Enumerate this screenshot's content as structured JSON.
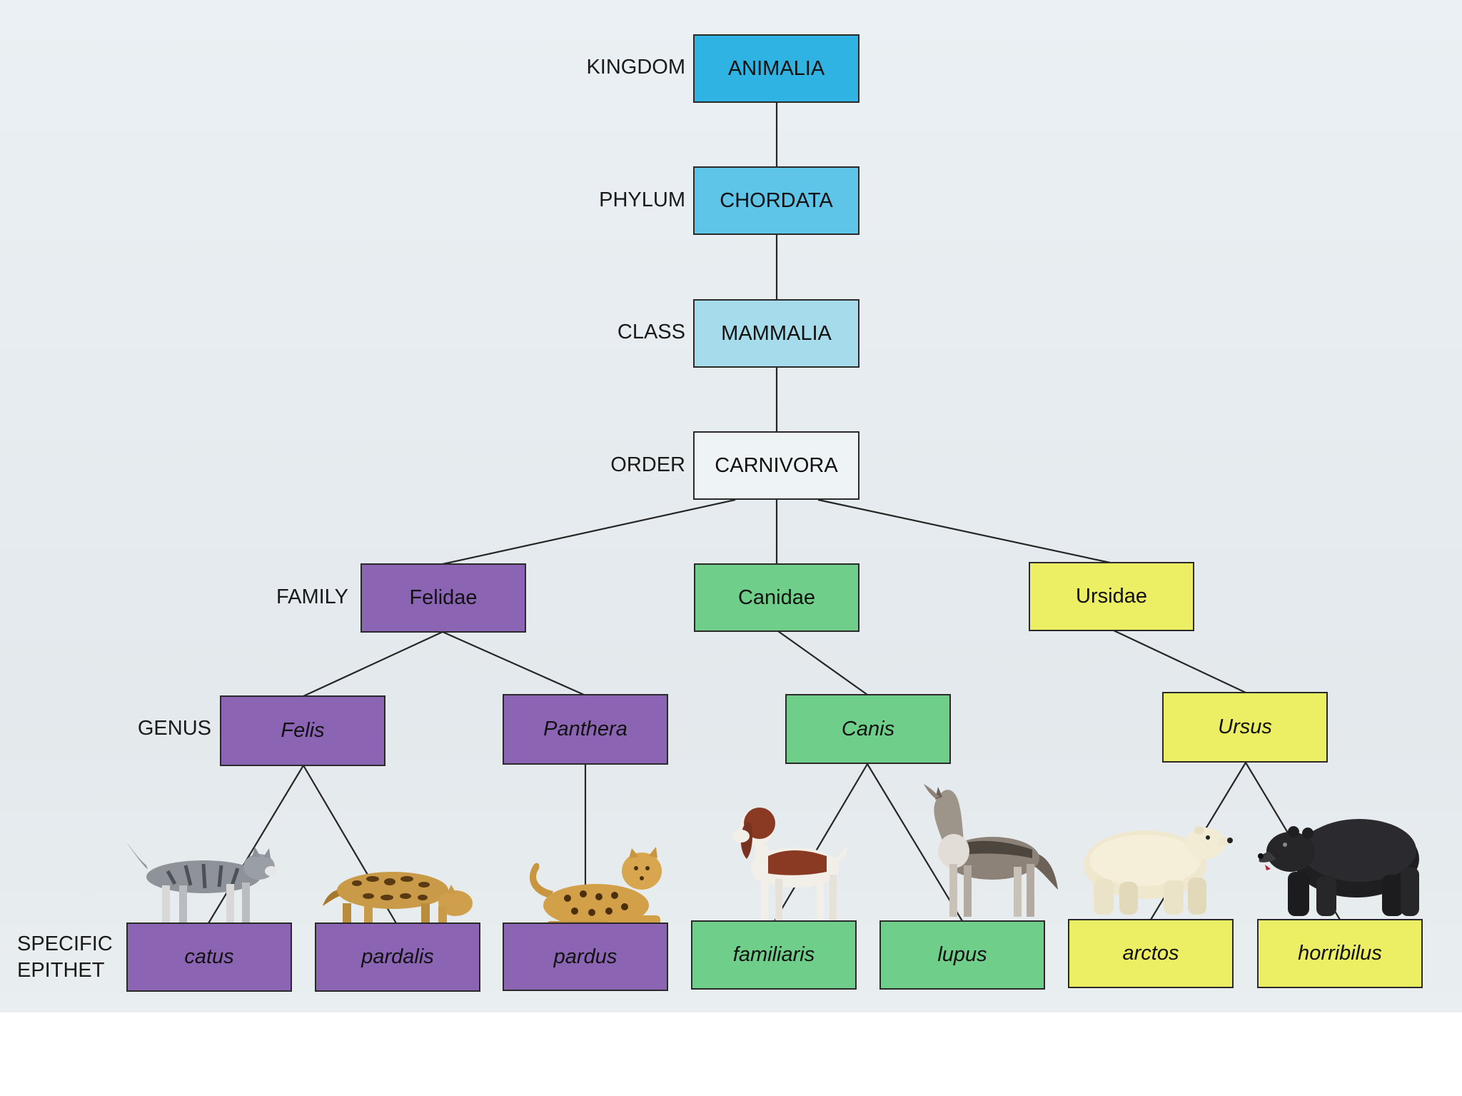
{
  "colors": {
    "kingdom": "#2fb3e2",
    "phylum": "#5ec4e8",
    "class": "#a6dbeb",
    "order": "#eef4f6",
    "felidae": "#8b64b3",
    "canidae": "#6fce8a",
    "ursidae": "#ecee63"
  },
  "ranks": {
    "kingdom": "KINGDOM",
    "phylum": "PHYLUM",
    "class": "CLASS",
    "order": "ORDER",
    "family": "FAMILY",
    "genus": "GENUS",
    "epithet_line1": "SPECIFIC",
    "epithet_line2": "EPITHET"
  },
  "taxa": {
    "kingdom": "ANIMALIA",
    "phylum": "CHORDATA",
    "class": "MAMMALIA",
    "order": "CARNIVORA",
    "families": [
      "Felidae",
      "Canidae",
      "Ursidae"
    ],
    "genera": [
      "Felis",
      "Panthera",
      "Canis",
      "Ursus"
    ],
    "species": [
      "catus",
      "pardalis",
      "pardus",
      "familiaris",
      "lupus",
      "arctos",
      "horribilus"
    ]
  },
  "illustrations": [
    "cat-illustration",
    "ocelot-illustration",
    "leopard-illustration",
    "dog-illustration",
    "wolf-illustration",
    "polar-bear-illustration",
    "black-bear-illustration"
  ]
}
